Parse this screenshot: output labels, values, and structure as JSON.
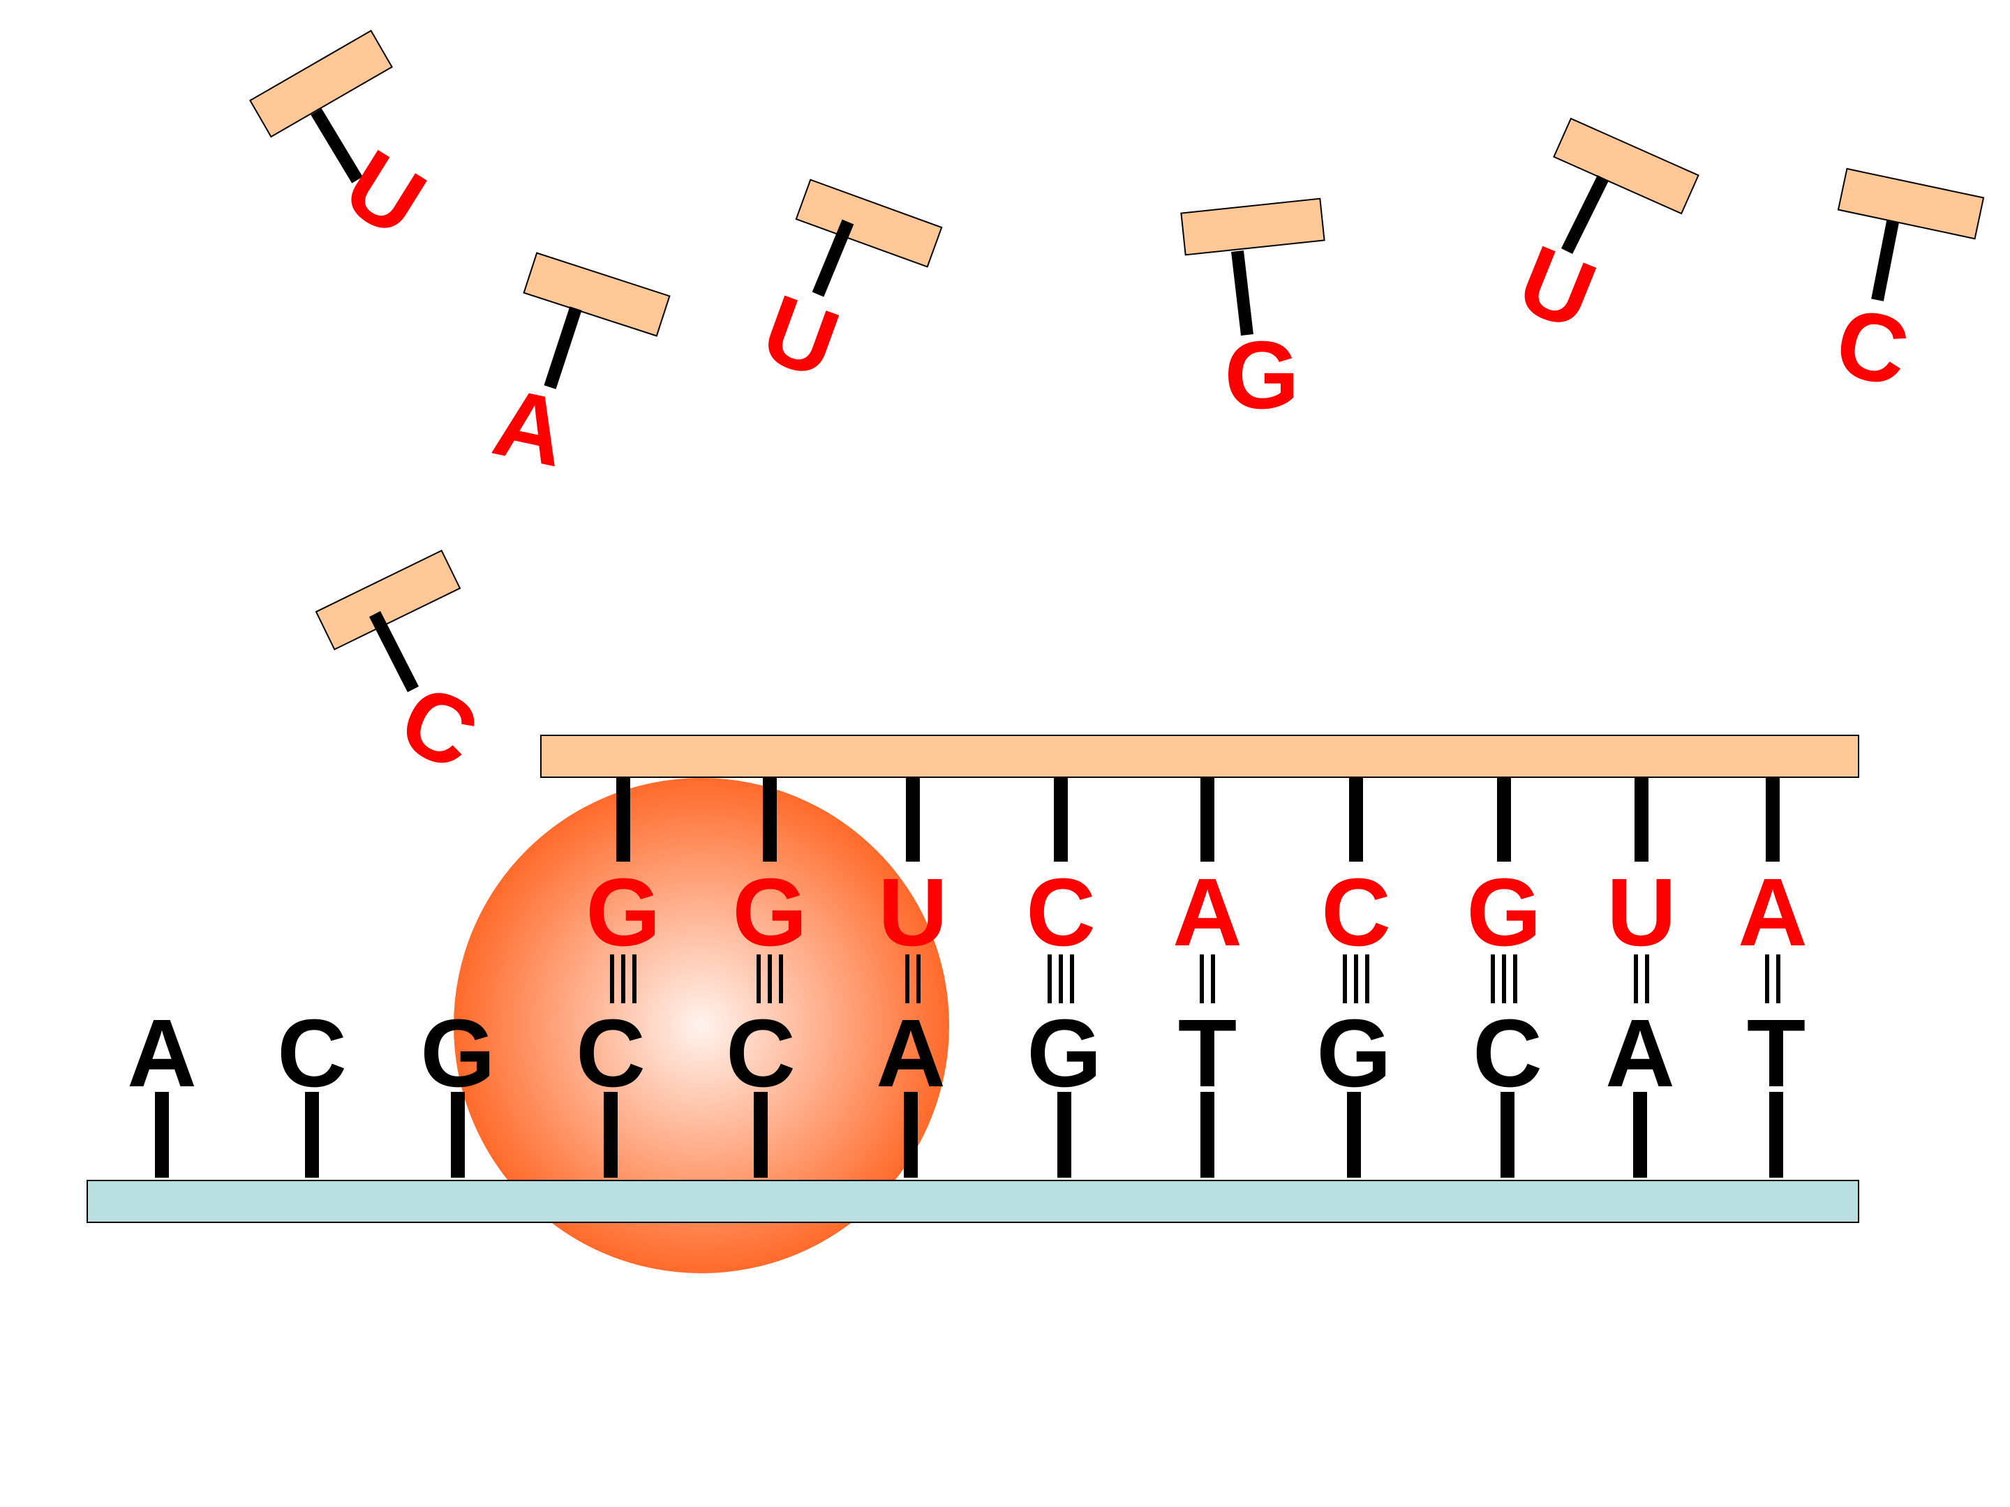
{
  "colors": {
    "rna_base": "#ff0000",
    "dna_base": "#000000",
    "rna_backbone": "#ffc896",
    "dna_backbone": "#b9dfe1",
    "polymerase_center": "#fff3ee",
    "polymerase_edge": "#ff6a2a",
    "outline": "#000000"
  },
  "template_strand": {
    "bases": [
      "A",
      "C",
      "G",
      "C",
      "C",
      "A",
      "G",
      "T",
      "G",
      "C",
      "A",
      "T"
    ]
  },
  "rna_strand": {
    "bases": [
      "G",
      "G",
      "U",
      "C",
      "A",
      "C",
      "G",
      "U",
      "A"
    ],
    "pair_bonds": [
      "III",
      "III",
      "II",
      "III",
      "II",
      "III",
      "III",
      "II",
      "II"
    ]
  },
  "free_nucleotides": [
    "U",
    "A",
    "U",
    "G",
    "U",
    "C",
    "C"
  ],
  "polymerase": {
    "label": ""
  }
}
